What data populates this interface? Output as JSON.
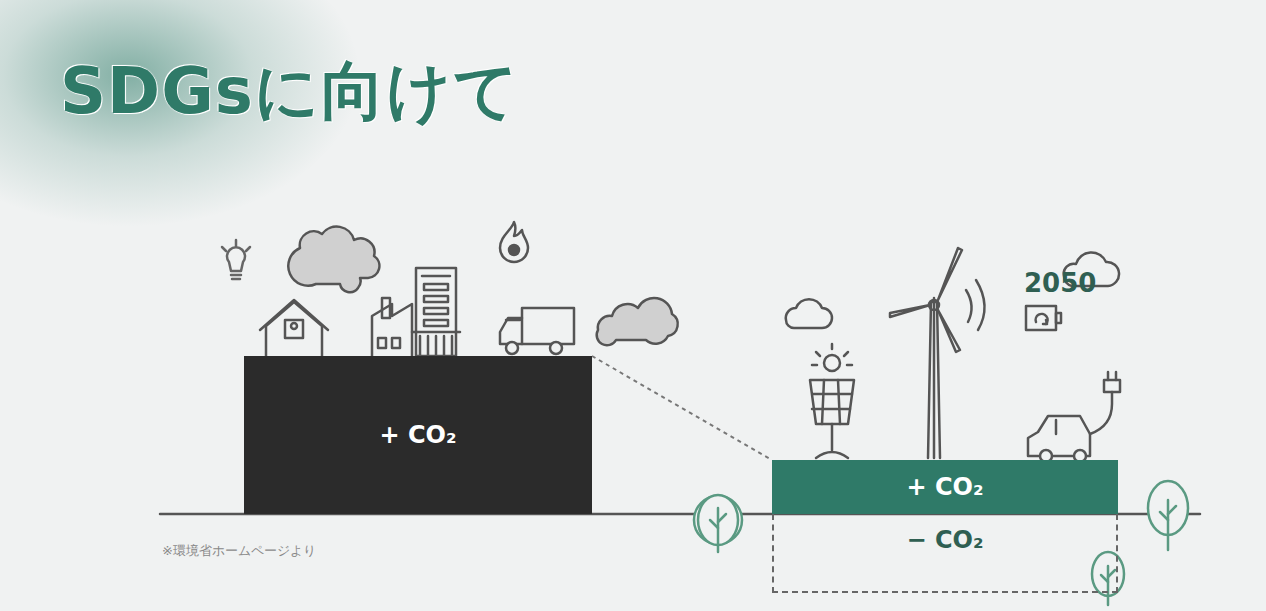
{
  "diagram": {
    "title": "SDGsに向けて",
    "nodes": [
      {
        "text": [
          "+ CO₂"
        ]
      },
      {
        "text": [
          "+ CO₂"
        ]
      },
      {
        "text": [
          "− CO₂"
        ]
      }
    ],
    "edges": [
      {
        "from": 0,
        "to": 1,
        "arrow": "none"
      }
    ],
    "labels": [
      "2050",
      "※環境省ホームページより"
    ]
  }
}
